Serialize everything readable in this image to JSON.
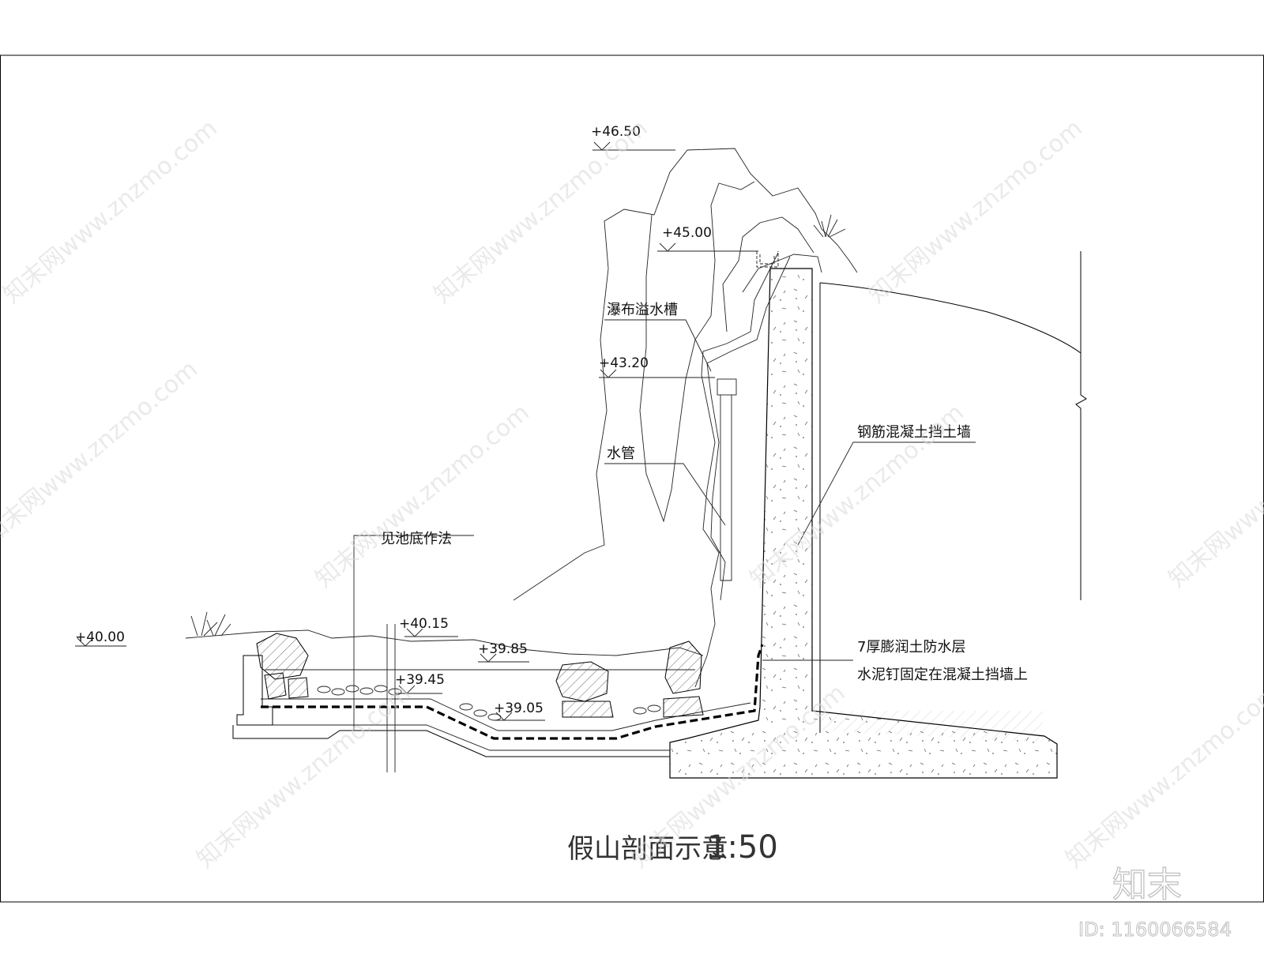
{
  "drawing": {
    "title": "假山剖面示意",
    "scale": "1:50",
    "elevations": [
      "+46.50",
      "+45.00",
      "+43.20",
      "+40.15",
      "+39.85",
      "+39.45",
      "+39.05",
      "+40.00"
    ],
    "labels": {
      "overflow_trough": "瀑布溢水槽",
      "water_pipe": "水管",
      "pool_bottom": "见池底作法",
      "retaining_wall": "钢筋混凝土挡土墙",
      "waterproof_1": "7厚膨润土防水层",
      "waterproof_2": "水泥钉固定在混凝土挡墙上"
    }
  },
  "watermark": {
    "text": "知末网www.znzmo.com",
    "brand": "知末",
    "id": "ID: 1160066584"
  }
}
